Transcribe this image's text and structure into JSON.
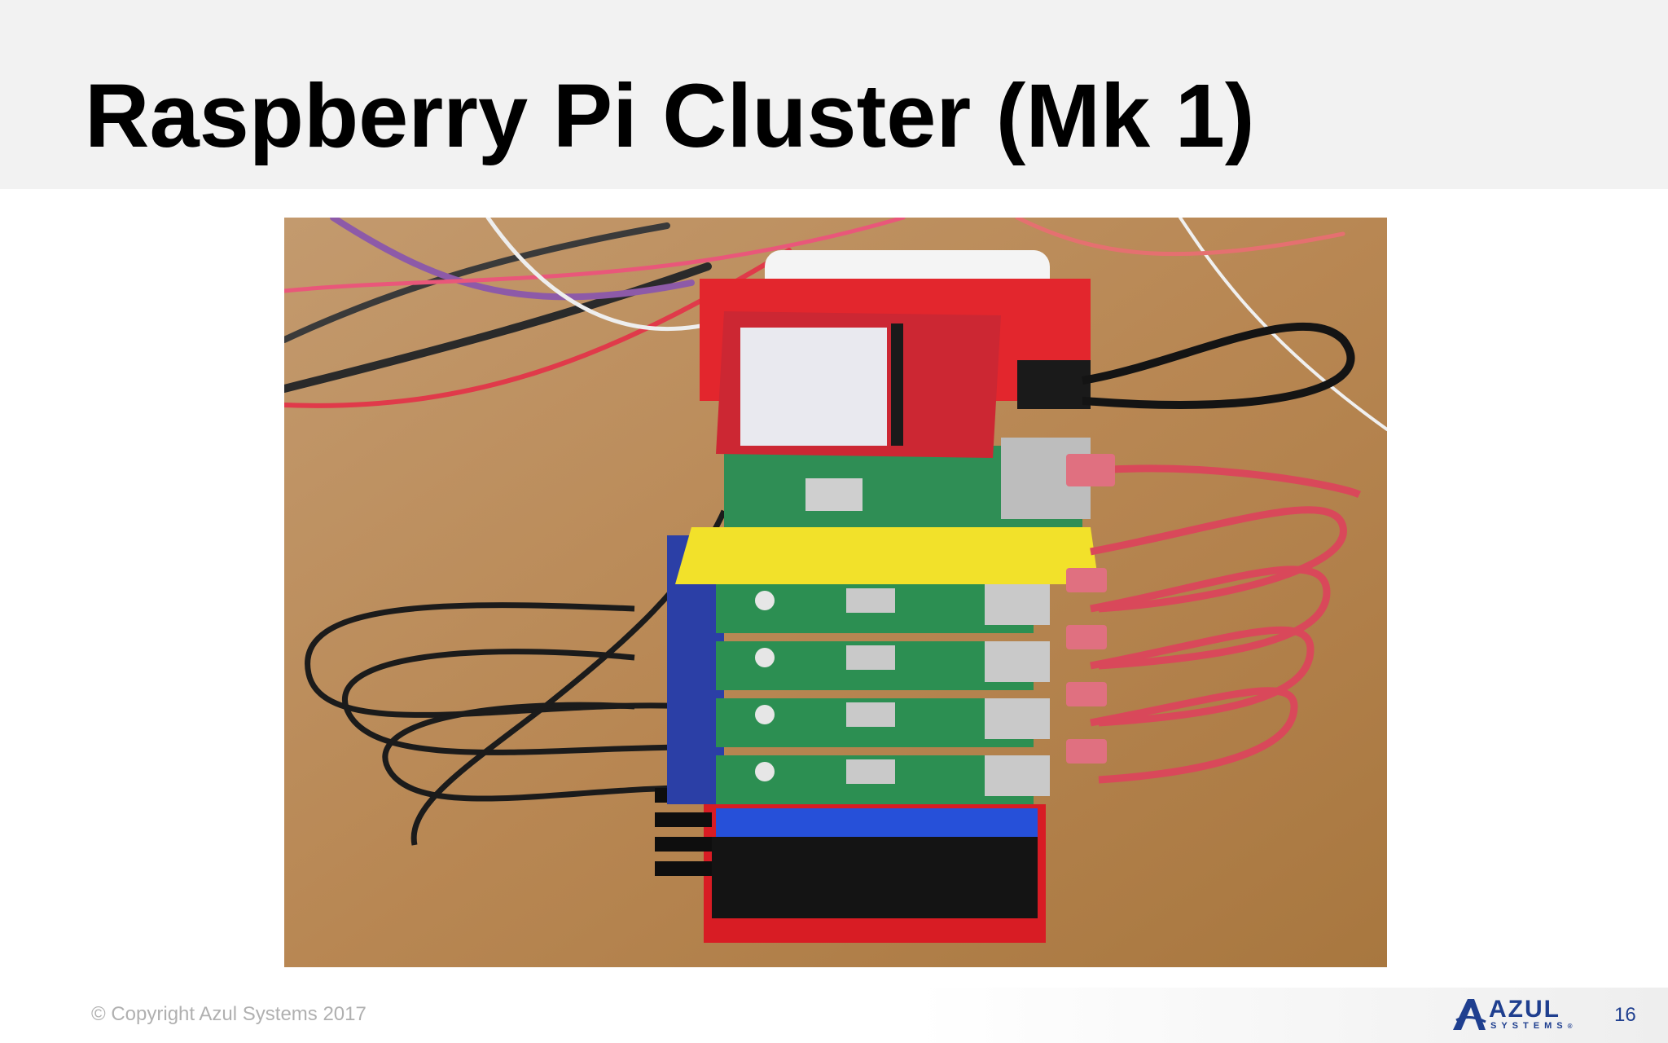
{
  "slide": {
    "title": "Raspberry Pi Cluster (Mk 1)",
    "copyright": "© Copyright Azul Systems 2017",
    "page_number": "16"
  },
  "logo": {
    "word": "AZUL",
    "sub": "SYSTEMS",
    "registered": "®",
    "color": "#1f3f8f"
  },
  "colors": {
    "header_bg": "#f2f2f2",
    "title_text": "#000000",
    "copyright_text": "#b0b0b0",
    "page_number_text": "#1f3f8f"
  },
  "photo": {
    "subject": "stacked-raspberry-pi-boards-with-ethernet-and-usb-cables"
  }
}
